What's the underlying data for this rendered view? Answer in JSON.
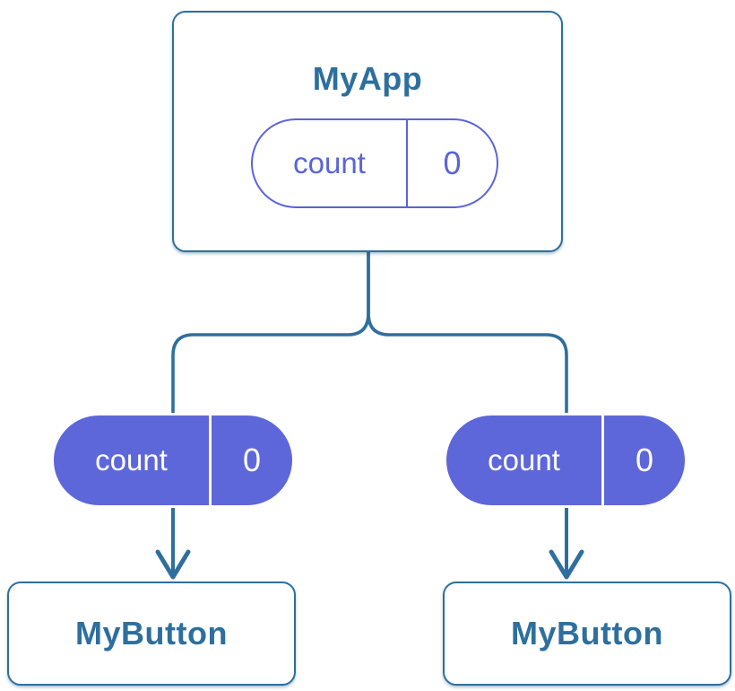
{
  "diagram": {
    "description": "Component tree: parent passes a prop to two children",
    "tree": {
      "root": {
        "label": "MyApp",
        "prop": {
          "name": "count",
          "value": "0"
        }
      },
      "children": [
        {
          "label": "MyButton",
          "prop": {
            "name": "count",
            "value": "0"
          }
        },
        {
          "label": "MyButton",
          "prop": {
            "name": "count",
            "value": "0"
          }
        }
      ]
    },
    "colors": {
      "connector_blue": "#2e6f9e",
      "label_blue": "#2d6f9e",
      "pill_purple": "#5d67d9",
      "pill_outline_purple": "#5a64d8",
      "card_background": "#ffffff",
      "pill_text_on_purple": "#ffffff"
    }
  }
}
